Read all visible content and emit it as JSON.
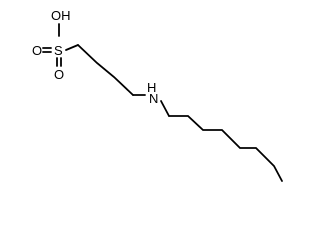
{
  "molecule": {
    "colors": {
      "bond": "#000000",
      "background": "#ffffff"
    },
    "labels": {
      "hydroxyl": "OH",
      "oxygen_top": "O",
      "sulfur": "S",
      "oxygen_bottom": "O",
      "amine": "N",
      "amine_h": "H"
    }
  }
}
